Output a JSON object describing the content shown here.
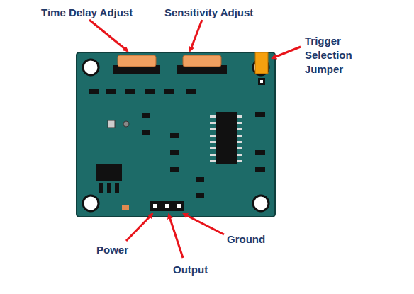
{
  "diagram": {
    "labels": [
      "Time Delay Adjust",
      "Sensitivity Adjust",
      "Trigger Selection Jumper",
      "Power",
      "Output",
      "Ground"
    ]
  }
}
